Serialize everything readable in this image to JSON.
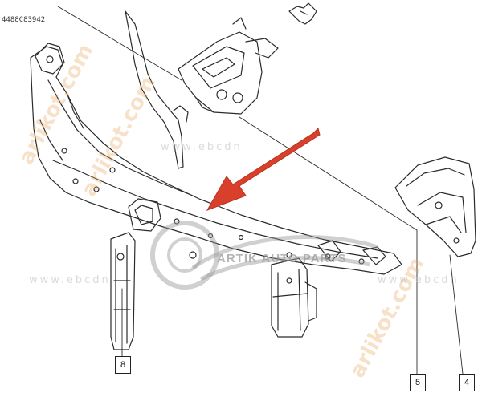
{
  "diagram": {
    "reference_code": "4488C83942",
    "callouts": [
      {
        "id": "8",
        "label": "8"
      },
      {
        "id": "5",
        "label": "5"
      },
      {
        "id": "4",
        "label": "4"
      }
    ]
  },
  "watermarks": {
    "site_text": "www.ebcdn",
    "diagonal_text": "arlikot.com",
    "logo_text": "ARTIK AUTO PARTS"
  },
  "colors": {
    "line": "#2b2b2b",
    "arrow": "#d9402b",
    "watermark": "#c0c0c0"
  }
}
